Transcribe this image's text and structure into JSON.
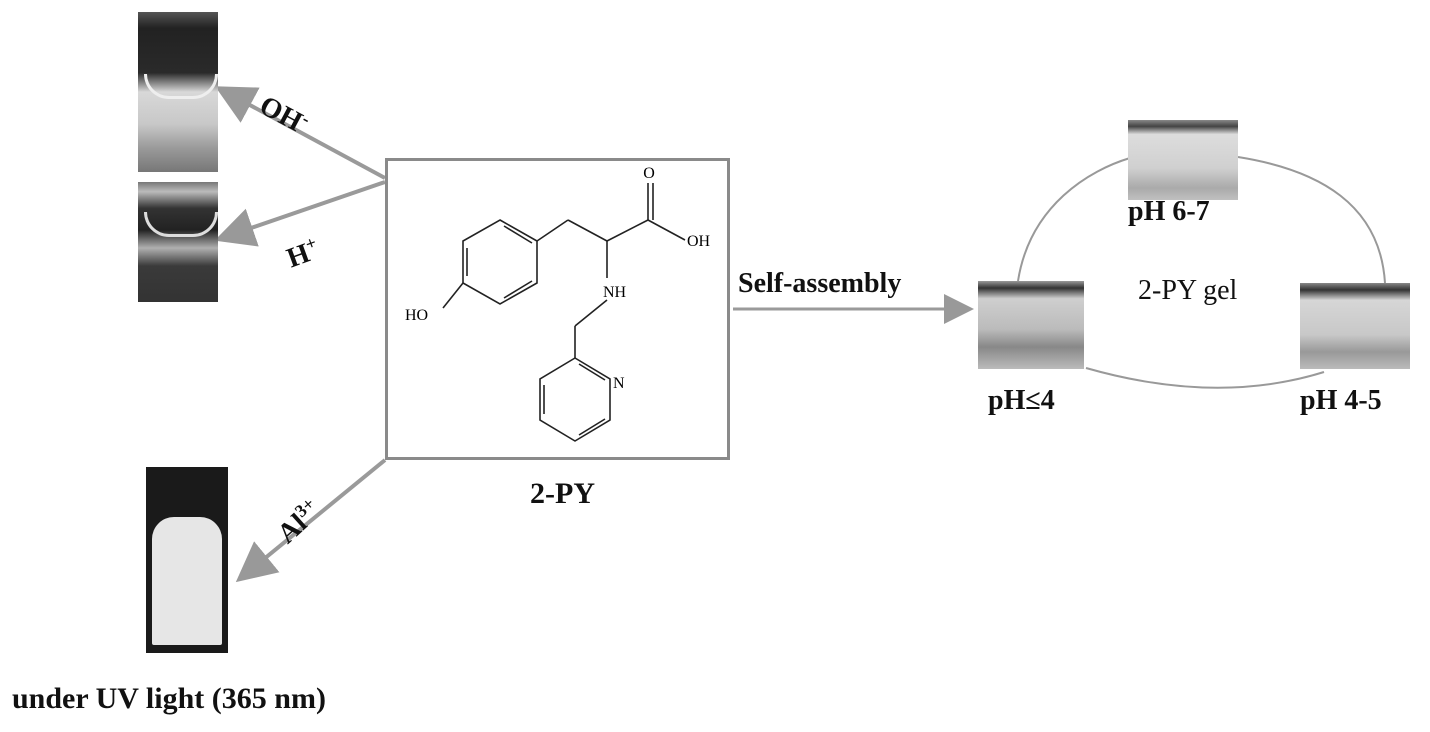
{
  "compound": {
    "label": "2-PY",
    "atoms": {
      "oxygen": "O",
      "hydroxyl_acid": "OH",
      "amine": "NH",
      "phenol": "HO",
      "pyridine_n": "N"
    }
  },
  "reactions": {
    "hydroxide": {
      "label": "OH",
      "charge": "-"
    },
    "proton": {
      "label": "H",
      "charge": "+"
    },
    "aluminum": {
      "label": "Al",
      "charge": "3+"
    }
  },
  "self_assembly": {
    "label": "Self-assembly"
  },
  "gel": {
    "title": "2-PY gel",
    "states": [
      {
        "label": "pH 6-7"
      },
      {
        "label": "pH≤4"
      },
      {
        "label": "pH 4-5"
      }
    ]
  },
  "uv": {
    "caption": "under UV light (365 nm)"
  },
  "colors": {
    "arrow": "#9a9a9a",
    "box_border": "#8a8a8a",
    "ring": "#999999",
    "uv_glow": "#e8e8e8",
    "vial_dark": "#2a2a2a"
  }
}
